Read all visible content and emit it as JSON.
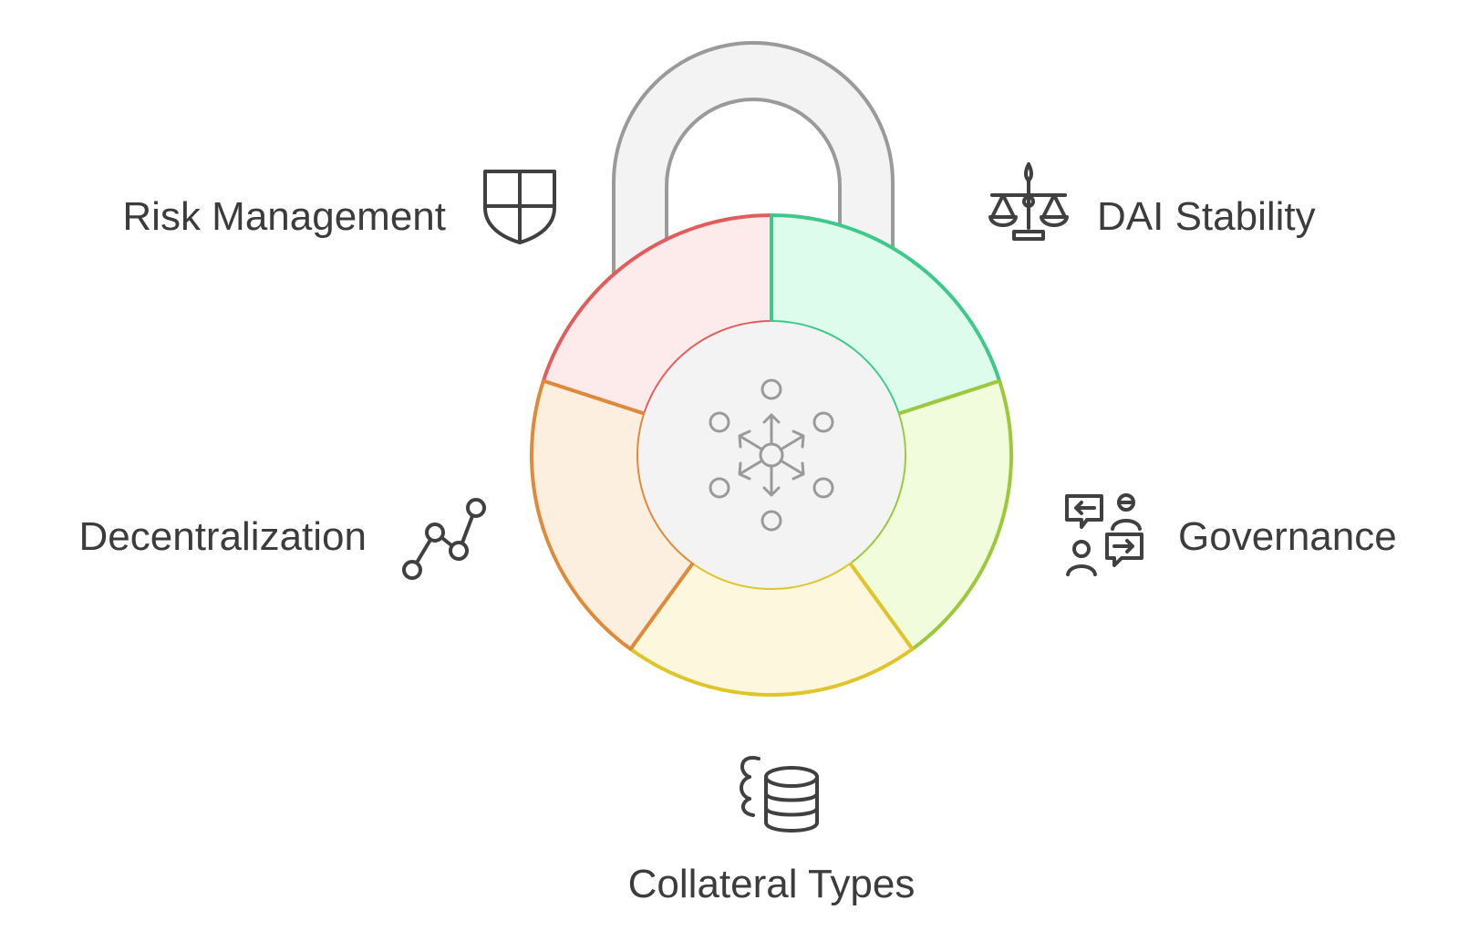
{
  "diagram": {
    "center_icon": "network-hub-icon",
    "shackle_color": "#9a9a9a",
    "segments": [
      {
        "label": "Risk Management",
        "icon": "shield-icon",
        "stroke": "#e25c5c",
        "fill": "#fdeaea"
      },
      {
        "label": "DAI Stability",
        "icon": "balance-scale-icon",
        "stroke": "#3ec98a",
        "fill": "#defcec"
      },
      {
        "label": "Governance",
        "icon": "people-discussion-icon",
        "stroke": "#9bc93a",
        "fill": "#f1fcdc"
      },
      {
        "label": "Collateral Types",
        "icon": "database-stack-icon",
        "stroke": "#dfc52a",
        "fill": "#fdf8dd"
      },
      {
        "label": "Decentralization",
        "icon": "connected-nodes-icon",
        "stroke": "#de8a3a",
        "fill": "#fdefe0"
      }
    ]
  }
}
